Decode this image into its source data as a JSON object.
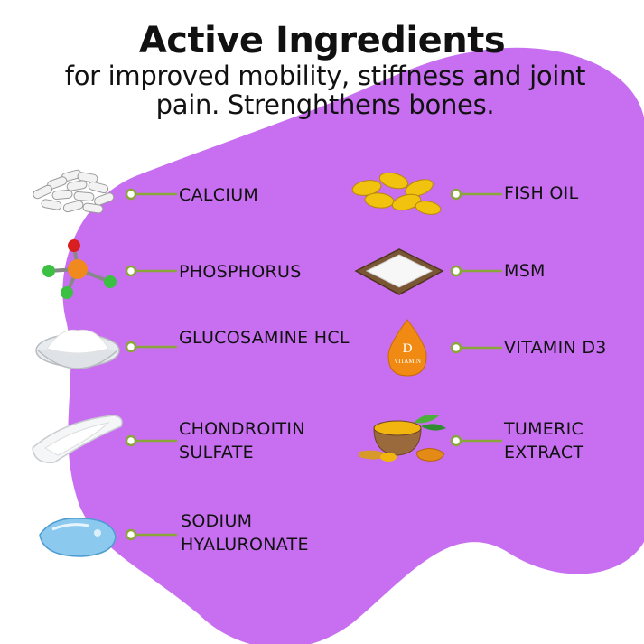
{
  "title": "Active Ingredients",
  "subtitle": "for improved mobility, stiffness and joint pain. Strenghthens bones.",
  "colors": {
    "blob": "#c76ff0",
    "connector": "#8aa63a",
    "text": "#111111"
  },
  "left_ingredients": [
    {
      "label": "CALCIUM",
      "icon": "pills-icon"
    },
    {
      "label": "PHOSPHORUS",
      "icon": "molecule-icon"
    },
    {
      "label": "GLUCOSAMINE HCL",
      "icon": "powder-bowl-icon"
    },
    {
      "label": "CHONDROITIN SULFATE",
      "icon": "powder-dish-icon"
    },
    {
      "label": "SODIUM HYALURONATE",
      "icon": "gel-drop-icon"
    }
  ],
  "right_ingredients": [
    {
      "label": "FISH OIL",
      "icon": "softgel-capsules-icon"
    },
    {
      "label": "MSM",
      "icon": "crystal-tray-icon"
    },
    {
      "label": "VITAMIN D3",
      "icon": "vitamin-drop-icon"
    },
    {
      "label": "TUMERIC EXTRACT",
      "icon": "turmeric-bowl-icon"
    }
  ],
  "vitamin_drop_text": {
    "letter": "D",
    "word": "VITAMIN"
  }
}
